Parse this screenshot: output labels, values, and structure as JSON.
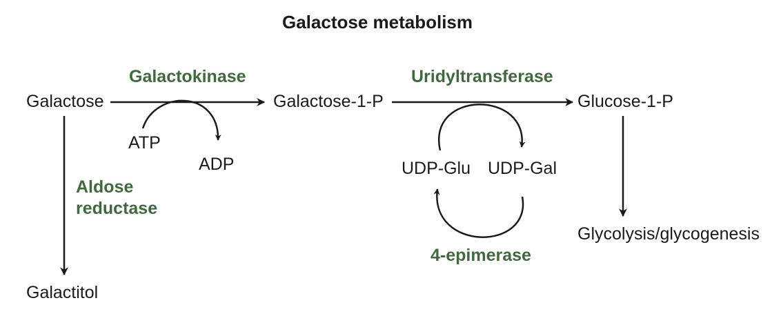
{
  "title": "Galactose metabolism",
  "colors": {
    "enzyme_text": "#3f6b3c",
    "compound_text": "#1a1a1a",
    "arrow": "#1a1a1a",
    "background": "#ffffff"
  },
  "compounds": {
    "galactose": "Galactose",
    "galactose_1_p": "Galactose-1-P",
    "glucose_1_p": "Glucose-1-P",
    "galactitol": "Galactitol",
    "glycolysis": "Glycolysis/glycogenesis",
    "atp": "ATP",
    "adp": "ADP",
    "udp_glu": "UDP-Glu",
    "udp_gal": "UDP-Gal"
  },
  "enzymes": {
    "galactokinase": "Galactokinase",
    "uridyltransferase": "Uridyltransferase",
    "aldose_reductase_line1": "Aldose",
    "aldose_reductase_line2": "reductase",
    "epimerase": "4-epimerase"
  }
}
